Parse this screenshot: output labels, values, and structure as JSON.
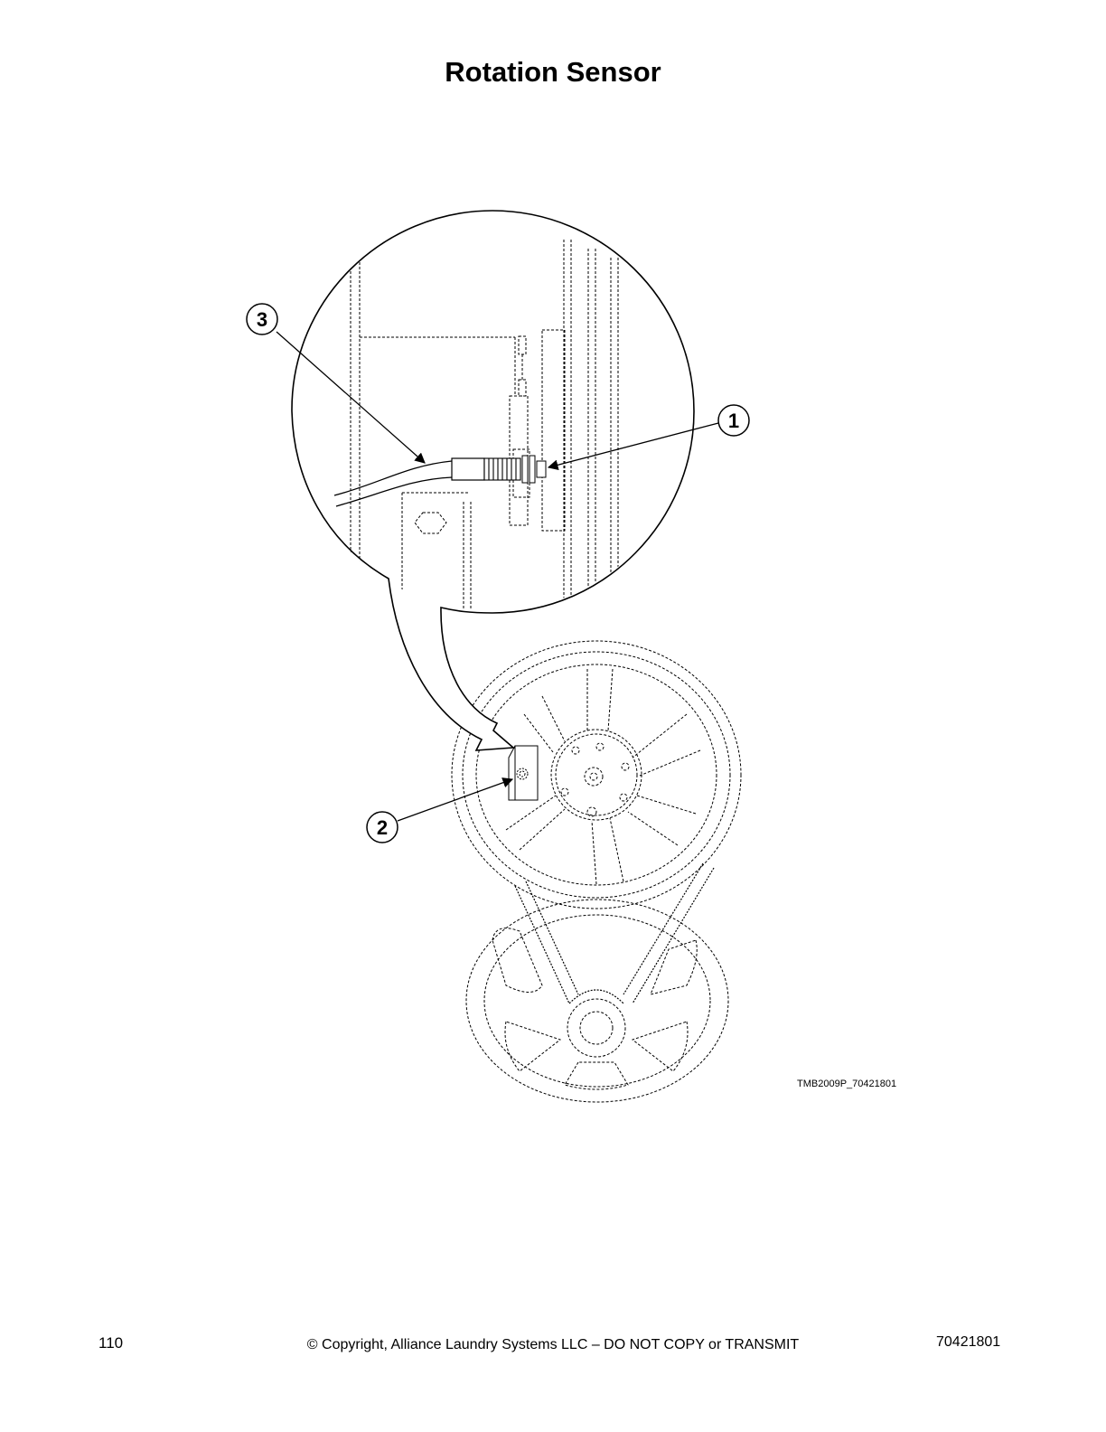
{
  "title": "Rotation Sensor",
  "callouts": [
    "1",
    "2",
    "3"
  ],
  "figure_id": "TMB2009P_70421801",
  "footer": {
    "page_number": "110",
    "copyright": "© Copyright, Alliance Laundry Systems LLC – DO NOT COPY or TRANSMIT",
    "doc_number": "70421801"
  }
}
